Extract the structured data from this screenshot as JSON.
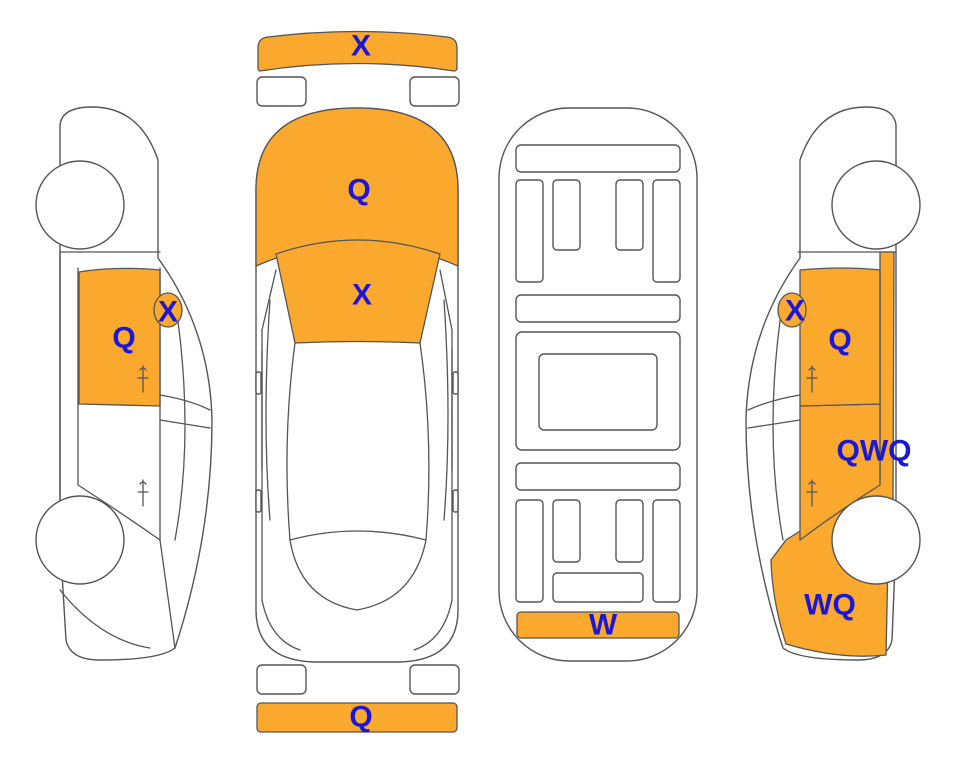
{
  "colors": {
    "damage": "#fba82f",
    "label": "#1a18d6",
    "outline": "#555555"
  },
  "labels": {
    "front_bumper": "X",
    "hood": "Q",
    "windshield": "X",
    "rear_bumper": "Q",
    "left_mirror": "X",
    "left_front_door": "Q",
    "right_mirror": "X",
    "right_front_door": "Q",
    "right_rear_door": "QWQ",
    "right_rear_quarter": "WQ",
    "rear_panel": "W"
  }
}
